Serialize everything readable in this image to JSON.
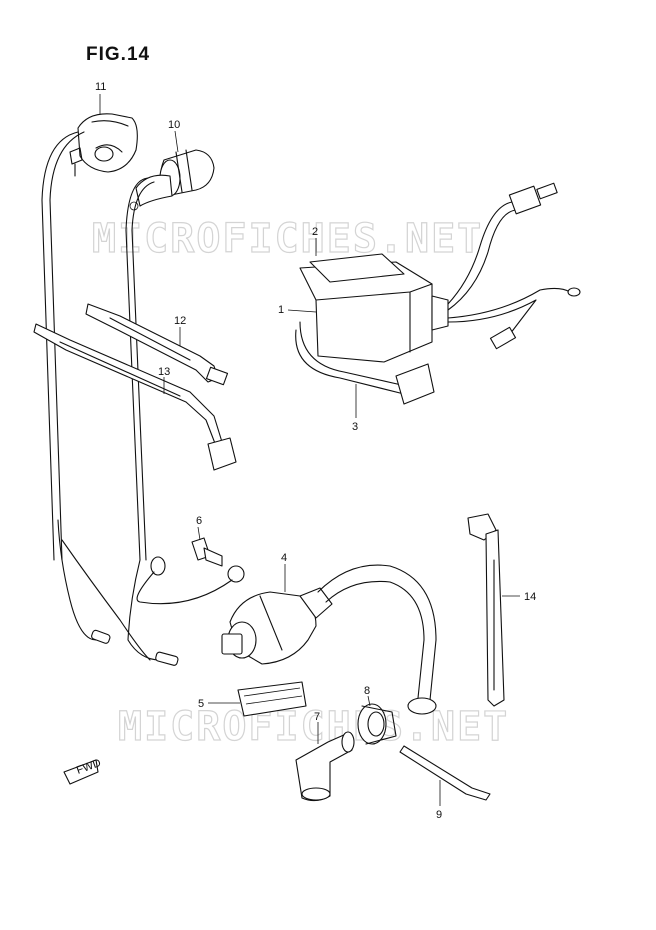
{
  "figure": {
    "title": "FIG.14"
  },
  "watermarks": [
    "MICROFICHES.NET",
    "MICROFICHES.NET"
  ],
  "fwd_label": "FWD",
  "callouts": [
    {
      "id": "c1",
      "label": "1"
    },
    {
      "id": "c2",
      "label": "2"
    },
    {
      "id": "c3",
      "label": "3"
    },
    {
      "id": "c4",
      "label": "4"
    },
    {
      "id": "c5",
      "label": "5"
    },
    {
      "id": "c6",
      "label": "6"
    },
    {
      "id": "c7",
      "label": "7"
    },
    {
      "id": "c8",
      "label": "8"
    },
    {
      "id": "c9",
      "label": "9"
    },
    {
      "id": "c10",
      "label": "10"
    },
    {
      "id": "c11",
      "label": "11"
    },
    {
      "id": "c12",
      "label": "12"
    },
    {
      "id": "c13",
      "label": "13"
    },
    {
      "id": "c14",
      "label": "14"
    }
  ]
}
